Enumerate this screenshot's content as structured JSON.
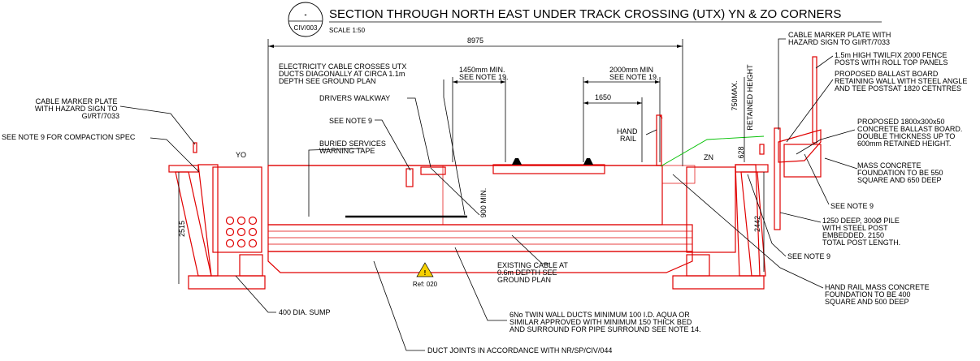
{
  "title": {
    "marker": "-",
    "ref": "CIV/003",
    "main": "SECTION THROUGH NORTH EAST UNDER TRACK CROSSING (UTX) YN & ZO CORNERS",
    "scale": "SCALE 1:50"
  },
  "dimensions": {
    "overall": "8975",
    "walk_min": "1450mm MIN.",
    "walk_min_note": "SEE NOTE 19.",
    "track_min": "2000mm MIN",
    "track_min_note": "SEE NOTE 19.",
    "track_1650": "1650",
    "depth_left": "2515",
    "depth_right": "2442",
    "retained_max": "750MAX.",
    "retained_height": "RETAINED HEIGHT",
    "fence_628": "628",
    "min_900": "900 MIN."
  },
  "labels": {
    "yo": "YO",
    "zn": "ZN",
    "ref_mark": "Ref: 020"
  },
  "notes": [
    [
      "CABLE MARKER PLATE",
      "WITH HAZARD SIGN TO",
      "GI/RT/7033"
    ],
    [
      "SEE NOTE 9 FOR COMPACTION SPEC"
    ],
    [
      "ELECTRICITY CABLE CROSSES UTX",
      "DUCTS DIAGONALLY AT CIRCA 1.1m",
      "DEPTH SEE GROUND PLAN"
    ],
    [
      "DRIVERS WALKWAY"
    ],
    [
      "SEE NOTE 9"
    ],
    [
      "BURIED SERVICES",
      "WARNING TAPE"
    ],
    [
      "HAND",
      "RAIL"
    ],
    [
      "CABLE MARKER PLATE WITH",
      "HAZARD SIGN TO GI/RT/7033"
    ],
    [
      "1.5m HIGH TWILFIX 2000 FENCE",
      "POSTS WITH ROLL TOP PANELS"
    ],
    [
      "PROPOSED BALLAST BOARD",
      "RETAINING WALL WITH STEEL ANGLE",
      "AND TEE POSTSAT 1820 CETNTRES"
    ],
    [
      "PROPOSED 1800x300x50",
      "CONCRETE BALLAST BOARD.",
      "DOUBLE THICKNESS UP TO",
      "600mm RETAINED HEIGHT."
    ],
    [
      "MASS CONCRETE",
      "FOUNDATION TO BE 550",
      "SQUARE AND 650 DEEP"
    ],
    [
      "SEE NOTE 9"
    ],
    [
      "1250 DEEP, 300Ø PILE",
      "WITH STEEL POST",
      "EMBEDDED. 2150",
      "TOTAL POST LENGTH."
    ],
    [
      "SEE NOTE 9"
    ],
    [
      "HAND RAIL MASS CONCRETE",
      "FOUNDATION TO BE 400",
      "SQUARE AND 500 DEEP"
    ],
    [
      "EXISTING CABLE AT",
      "0.6m DEPTH SEE",
      "GROUND PLAN"
    ],
    [
      "400 DIA. SUMP"
    ],
    [
      "6No TWIN WALL DUCTS MINIMUM 100 I.D. AQUA OR",
      "SIMILAR APPROVED WITH MINIMUM 150 THICK BED",
      "AND SURROUND FOR PIPE SURROUND SEE NOTE 14."
    ],
    [
      "DUCT JOINTS IN ACCORDANCE WITH NR/SP/CIV/044"
    ]
  ]
}
